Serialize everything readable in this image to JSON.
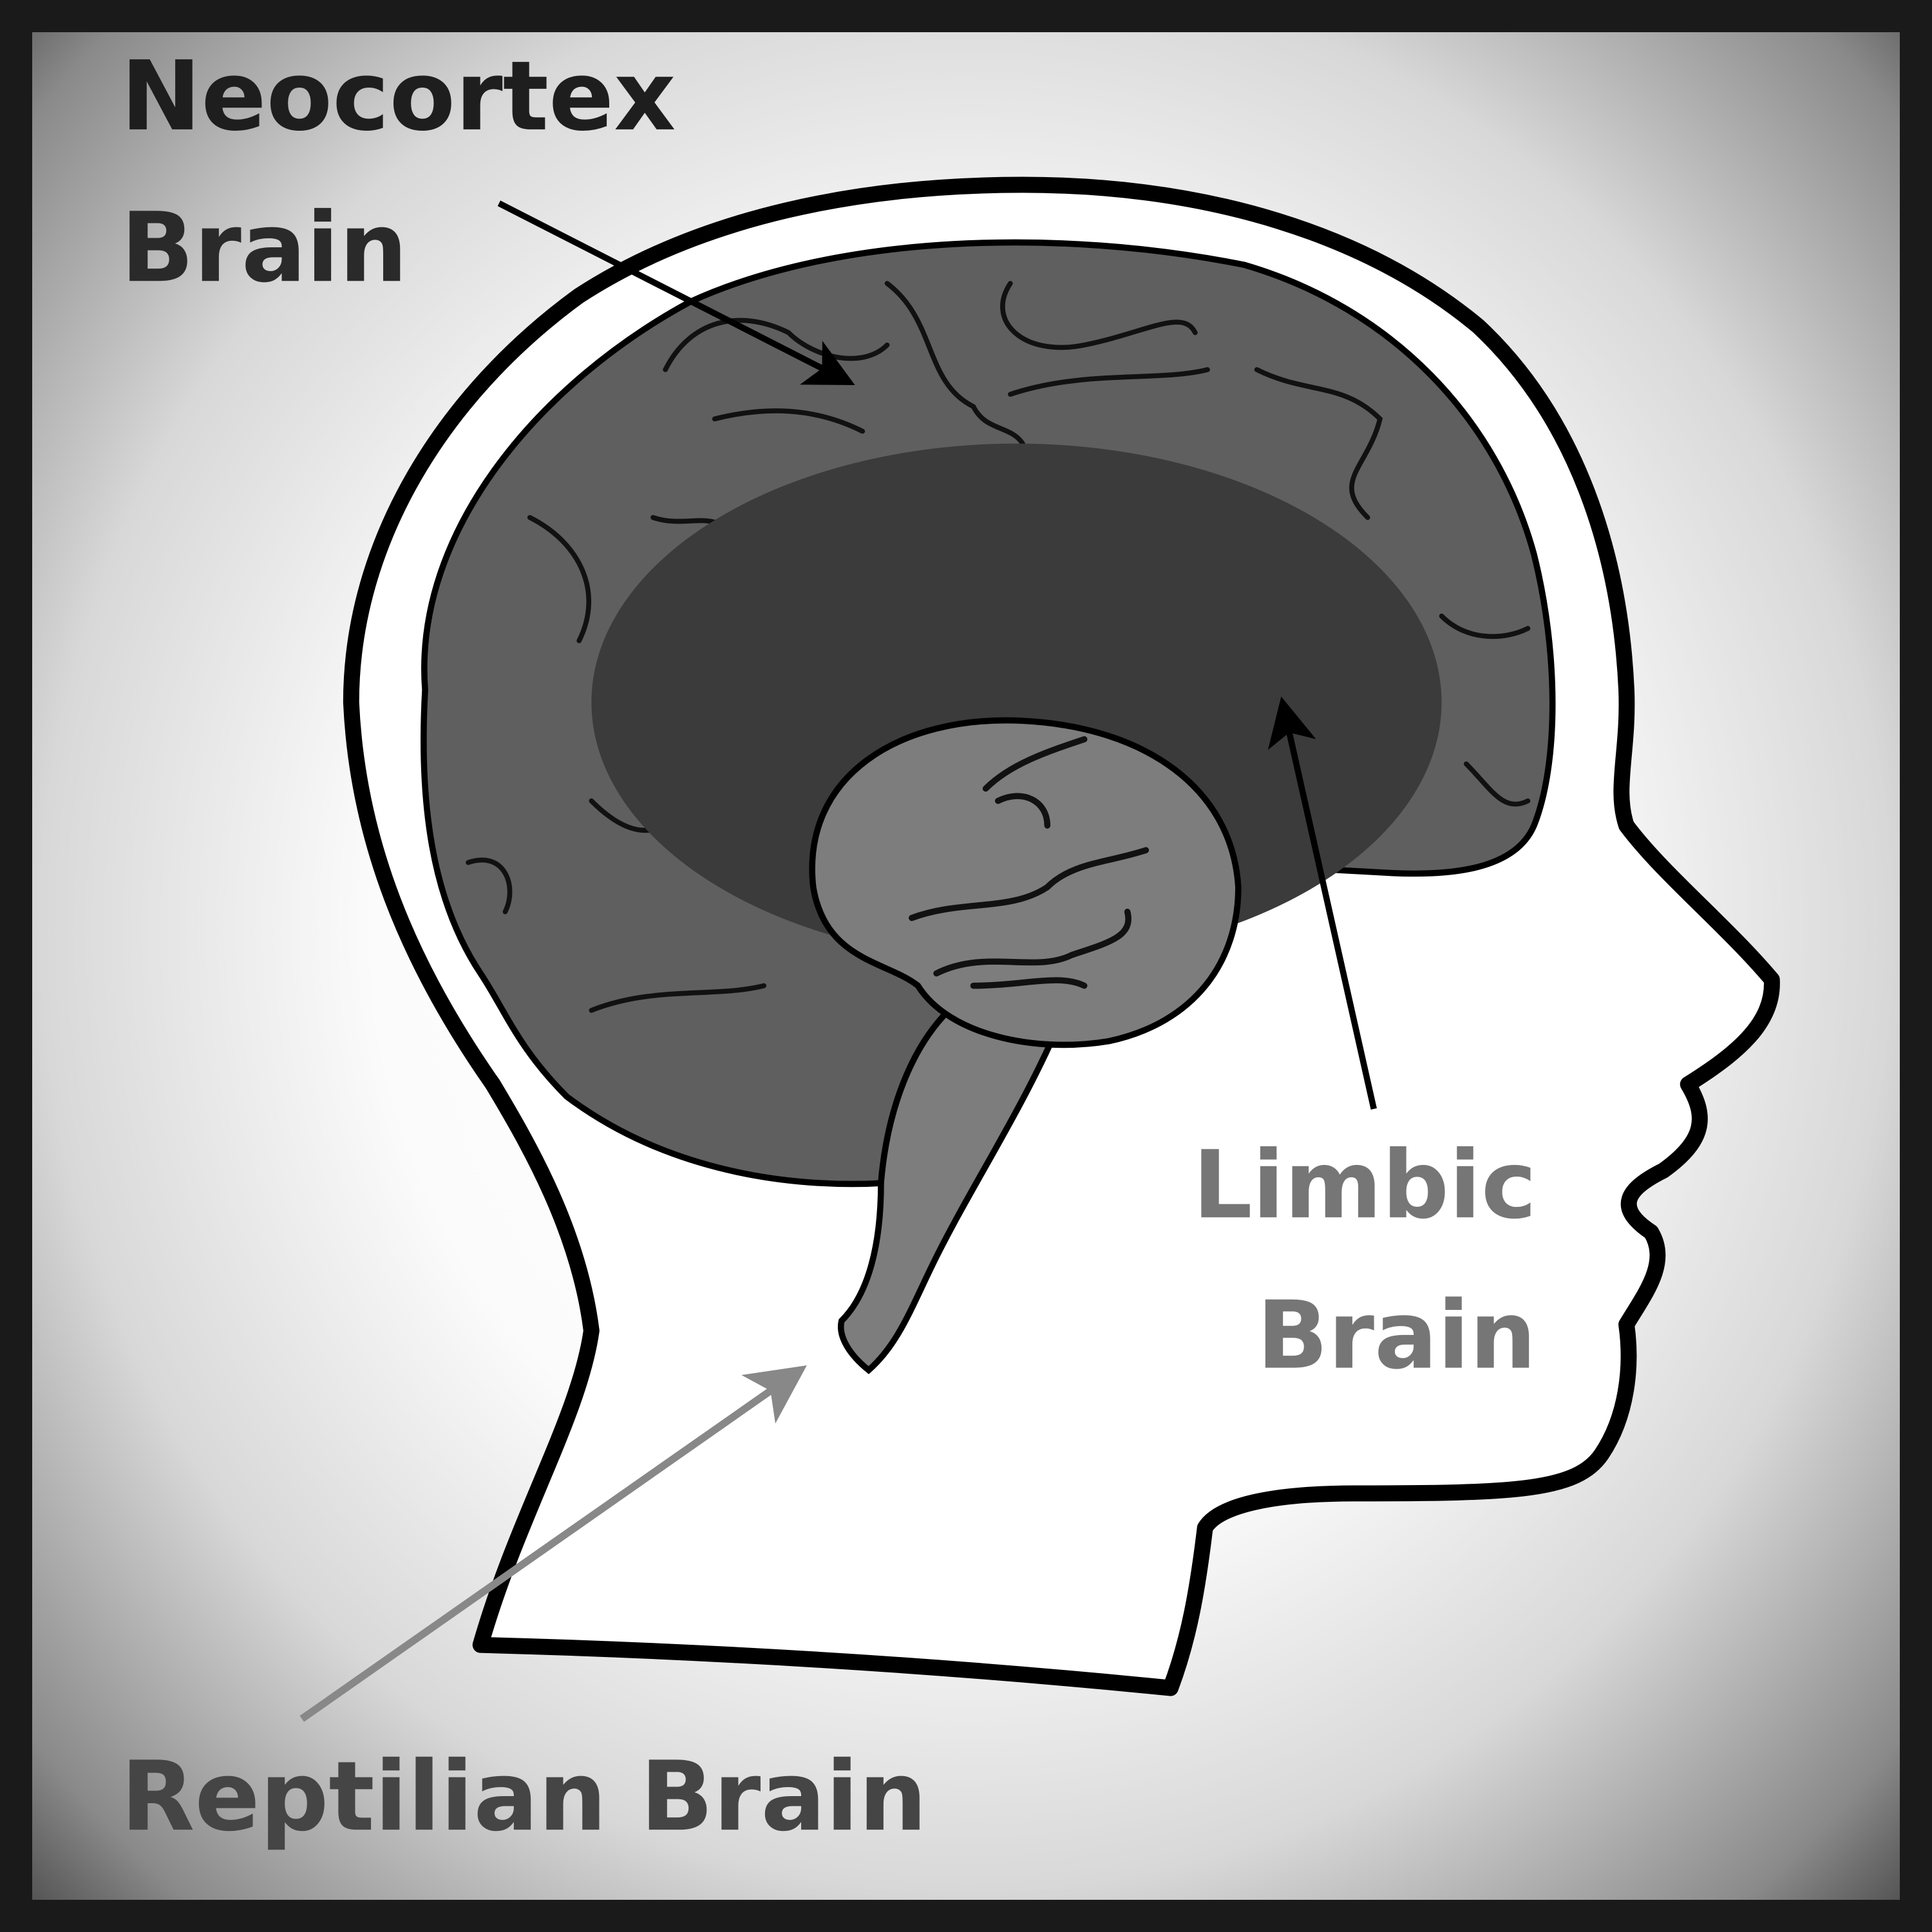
{
  "labels": {
    "neocortex_line1": "Neocortex",
    "neocortex_line2": "Brain",
    "limbic_line1": "Limbic",
    "limbic_line2": "Brain",
    "reptilian": "Reptilian Brain"
  },
  "colors": {
    "neocortex": "#5f5f5f",
    "limbic": "#3b3b3b",
    "reptilian": "#7d7d7d",
    "outline": "#000000",
    "neocortex_text": "#1e1e1e",
    "limbic_text": "#767676",
    "reptilian_text": "#454545"
  }
}
